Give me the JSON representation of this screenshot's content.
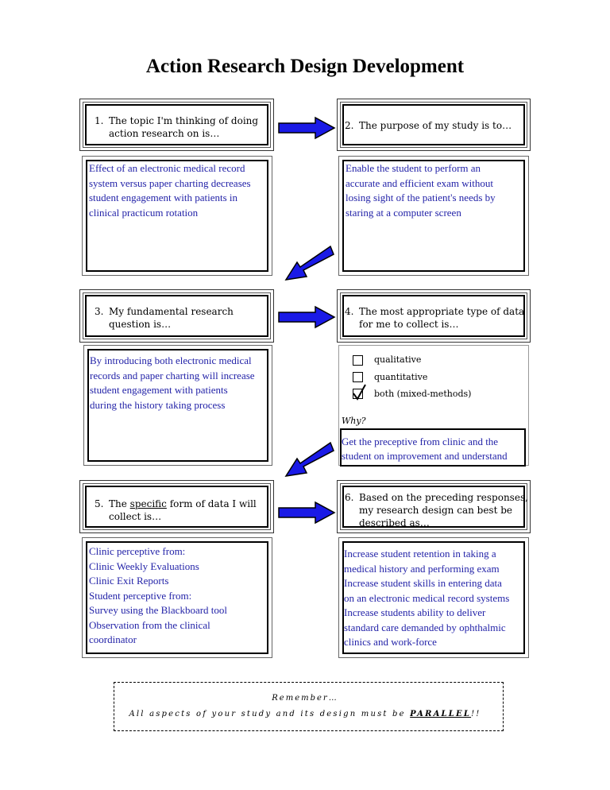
{
  "title": "Action Research Design Development",
  "q1": {
    "num": "1.",
    "text": "The topic I'm thinking of doing action research on is…",
    "line1": "The topic I'm thinking of doing",
    "line2": "action research on is…"
  },
  "a1": [
    "Effect of an electronic medical record",
    "system versus paper charting decreases",
    "student engagement with patients in",
    "clinical practicum rotation"
  ],
  "q2": {
    "num": "2.",
    "text": "The purpose of my study is to…"
  },
  "a2": [
    "Enable the student to perform an",
    "accurate and efficient exam without",
    "losing sight of the patient's needs by",
    "staring at a computer screen"
  ],
  "q3": {
    "num": "3.",
    "line1": "My fundamental research",
    "line2": "question is…"
  },
  "a3": [
    "By introducing both electronic medical",
    "records and paper charting will increase",
    "student engagement with patients",
    "during the history taking process"
  ],
  "q4": {
    "num": "4.",
    "line1": "The most appropriate type of data",
    "line2": "for me to collect is…"
  },
  "options": [
    {
      "label": "qualitative",
      "checked": false
    },
    {
      "label": "quantitative",
      "checked": false
    },
    {
      "label": "both (mixed-methods)",
      "checked": true
    }
  ],
  "why_label": "Why?",
  "why_answer": [
    "Get the preceptive from clinic and the",
    "student on improvement and understand"
  ],
  "q5": {
    "num": "5.",
    "pre": "The ",
    "underlined": "specific",
    "post": " form of data I will",
    "line2": "collect is…"
  },
  "a5": [
    "Clinic perceptive from:",
    "Clinic Weekly Evaluations",
    "Clinic Exit Reports",
    "Student perceptive from:",
    "Survey using the Blackboard tool",
    "Observation from the clinical",
    "coordinator"
  ],
  "q6": {
    "num": "6.",
    "line1": "Based on the preceding responses,",
    "line2": "my research design can best be",
    "line3": "described as…"
  },
  "a6": [
    "Increase student retention in taking a",
    "medical history and performing exam",
    "Increase student skills in entering data",
    "on an electronic medical record systems",
    "Increase students ability to deliver",
    "standard care demanded by ophthalmic",
    "clinics and work-force"
  ],
  "remember": {
    "line1": "Remember…",
    "line2_pre": "All aspects of your study and its design must be ",
    "line2_bold": "PARALLEL",
    "line2_post": "!!"
  },
  "colors": {
    "answer_text": "#2323a8",
    "arrow_fill": "#1a1ae6"
  }
}
